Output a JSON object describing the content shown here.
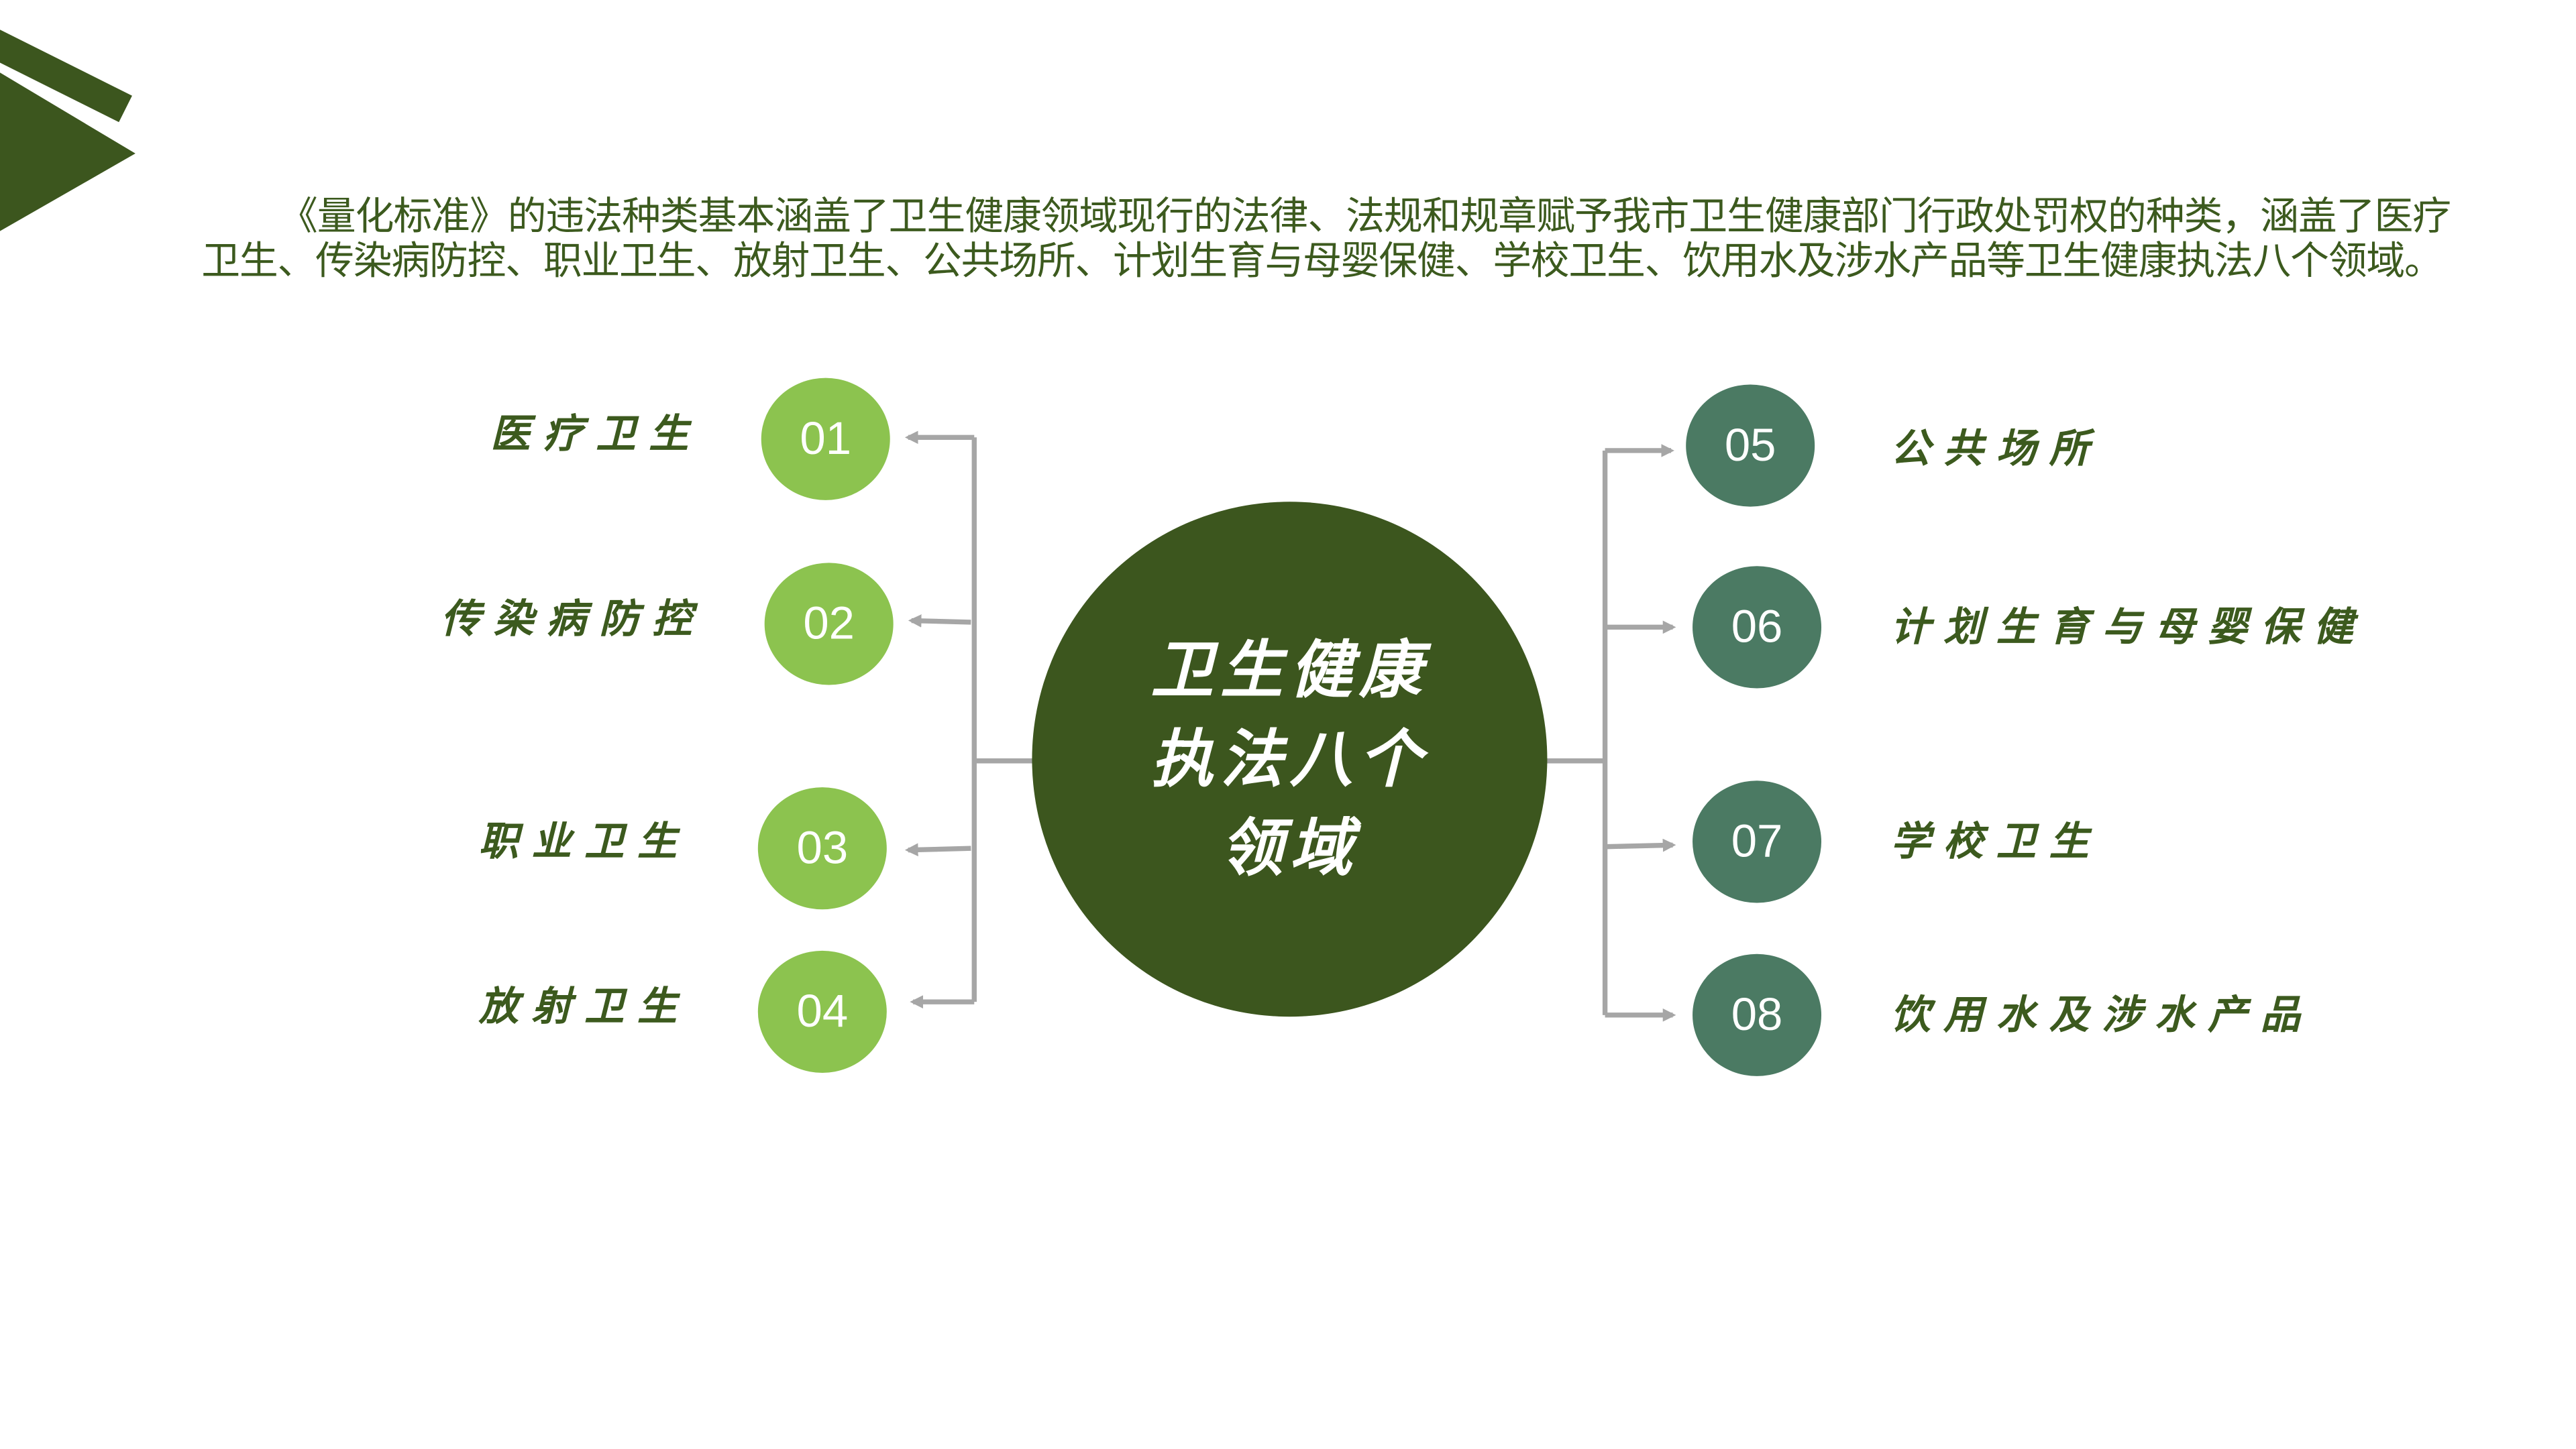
{
  "intro": "《量化标准》的违法种类基本涵盖了卫生健康领域现行的法律、法规和规章赋予我市卫生健康部门行政处罚权的种类，涵盖了医疗卫生、传染病防控、职业卫生、放射卫生、公共场所、计划生育与母婴保健、学校卫生、饮用水及涉水产品等卫生健康执法八个领域。",
  "center": {
    "title": "卫生健康执法八个领域"
  },
  "left_items": [
    {
      "num": "01",
      "label": "医疗卫生"
    },
    {
      "num": "02",
      "label": "传染病防控"
    },
    {
      "num": "03",
      "label": "职业卫生"
    },
    {
      "num": "04",
      "label": "放射卫生"
    }
  ],
  "right_items": [
    {
      "num": "05",
      "label": "公共场所"
    },
    {
      "num": "06",
      "label": "计划生育与母婴保健"
    },
    {
      "num": "07",
      "label": "学校卫生"
    },
    {
      "num": "08",
      "label": "饮用水及涉水产品"
    }
  ],
  "colors": {
    "dark_green": "#3c561e",
    "light_green": "#8cc34f",
    "teal": "#4b7a63",
    "connector": "#a6a6a6"
  }
}
